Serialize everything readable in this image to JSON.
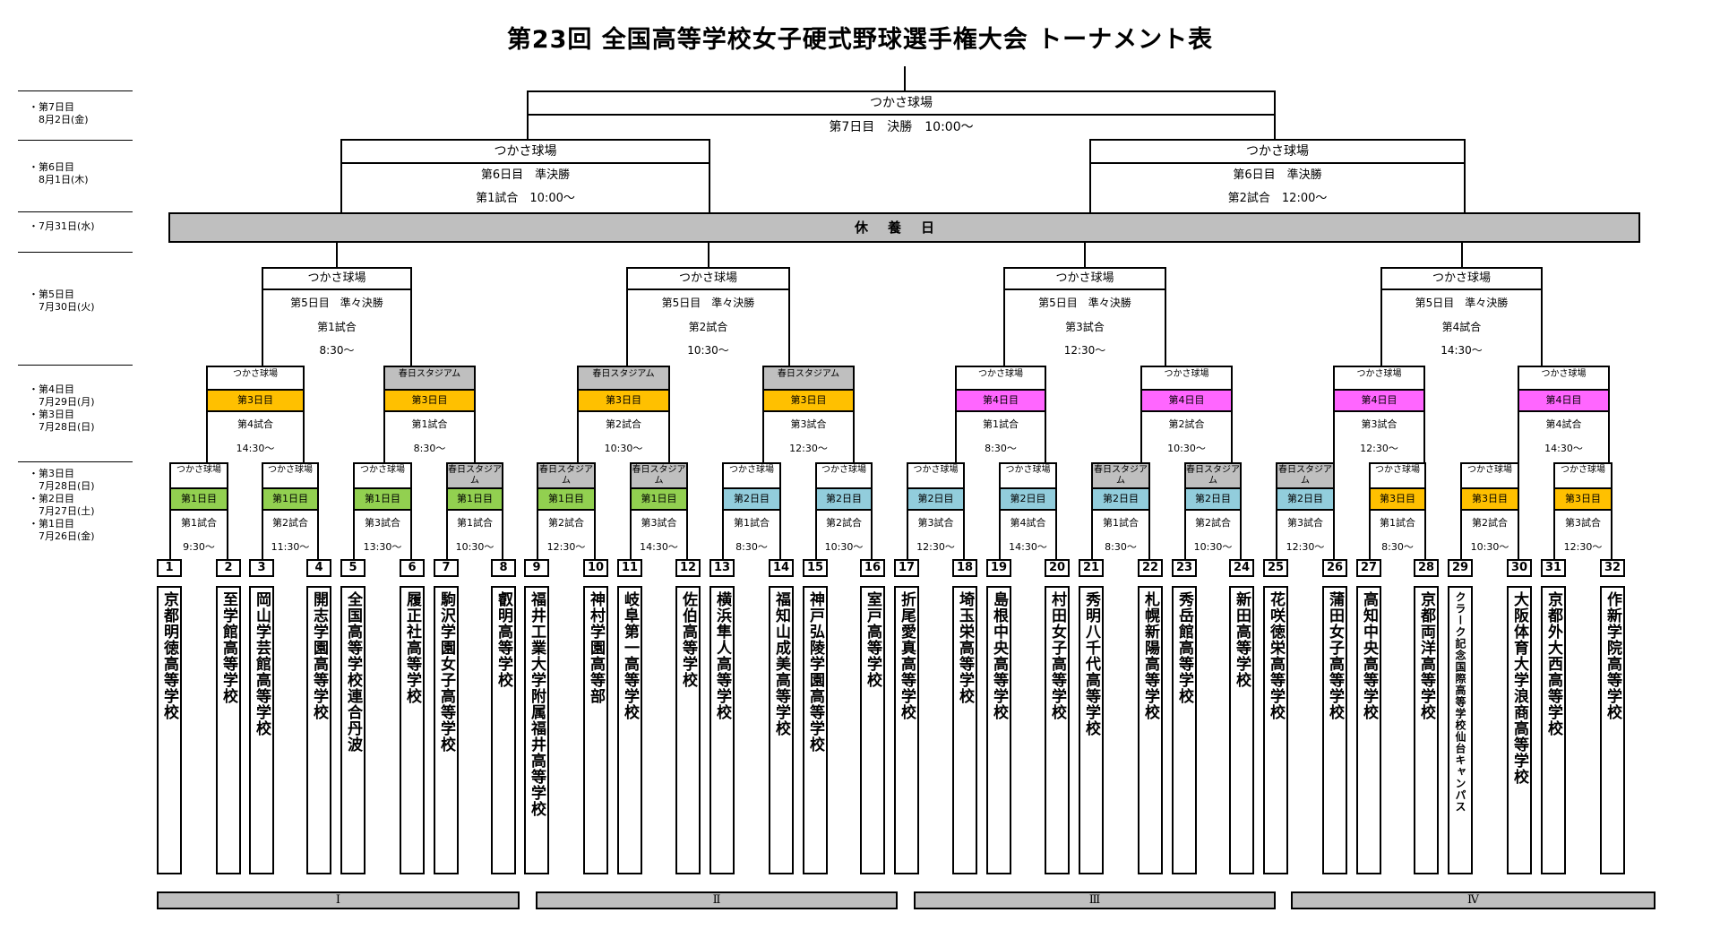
{
  "title": "第23回 全国高等学校女子硬式野球選手権大会 トーナメント表",
  "date_labels": [
    {
      "lines": [
        "・第7日目",
        "　8月2日(金)"
      ]
    },
    {
      "lines": [
        "・第6日目",
        "　8月1日(木)"
      ]
    },
    {
      "lines": [
        "・7月31日(水)"
      ]
    },
    {
      "lines": [
        "・第5日目",
        "　7月30日(火)"
      ]
    },
    {
      "lines": [
        "・第4日目",
        "　7月29日(月)",
        "・第3日目",
        "　7月28日(日)"
      ]
    },
    {
      "lines": [
        "・第3日目",
        "　7月28日(日)",
        "・第2日目",
        "　7月27日(土)",
        "・第1日目",
        "　7月26日(金)"
      ]
    }
  ],
  "rest_day": "休養日",
  "final": {
    "venue": "つかさ球場",
    "line1": "第7日目　決勝　10:00～"
  },
  "semis": [
    {
      "venue": "つかさ球場",
      "line1": "第6日目　準決勝",
      "line2": "第1試合　10:00～"
    },
    {
      "venue": "つかさ球場",
      "line1": "第6日目　準決勝",
      "line2": "第2試合　12:00～"
    }
  ],
  "quarters": [
    {
      "venue": "つかさ球場",
      "line1": "第5日目　準々決勝",
      "line2": "第1試合",
      "line3": "8:30～"
    },
    {
      "venue": "つかさ球場",
      "line1": "第5日目　準々決勝",
      "line2": "第2試合",
      "line3": "10:30～"
    },
    {
      "venue": "つかさ球場",
      "line1": "第5日目　準々決勝",
      "line2": "第3試合",
      "line3": "12:30～"
    },
    {
      "venue": "つかさ球場",
      "line1": "第5日目　準々決勝",
      "line2": "第4試合",
      "line3": "14:30～"
    }
  ],
  "round2": [
    {
      "venue": "つかさ球場",
      "day": "第3日目",
      "game": "第4試合",
      "time": "14:30～",
      "vcolor": "#ffffff",
      "dcolor": "#ffc000"
    },
    {
      "venue": "春日スタジアム",
      "day": "第3日目",
      "game": "第1試合",
      "time": "8:30～",
      "vcolor": "#bfbfbf",
      "dcolor": "#ffc000"
    },
    {
      "venue": "春日スタジアム",
      "day": "第3日目",
      "game": "第2試合",
      "time": "10:30～",
      "vcolor": "#bfbfbf",
      "dcolor": "#ffc000"
    },
    {
      "venue": "春日スタジアム",
      "day": "第3日目",
      "game": "第3試合",
      "time": "12:30～",
      "vcolor": "#bfbfbf",
      "dcolor": "#ffc000"
    },
    {
      "venue": "つかさ球場",
      "day": "第4日目",
      "game": "第1試合",
      "time": "8:30～",
      "vcolor": "#ffffff",
      "dcolor": "#ff66ff"
    },
    {
      "venue": "つかさ球場",
      "day": "第4日目",
      "game": "第2試合",
      "time": "10:30～",
      "vcolor": "#ffffff",
      "dcolor": "#ff66ff"
    },
    {
      "venue": "つかさ球場",
      "day": "第4日目",
      "game": "第3試合",
      "time": "12:30～",
      "vcolor": "#ffffff",
      "dcolor": "#ff66ff"
    },
    {
      "venue": "つかさ球場",
      "day": "第4日目",
      "game": "第4試合",
      "time": "14:30～",
      "vcolor": "#ffffff",
      "dcolor": "#ff66ff"
    }
  ],
  "round1": [
    {
      "venue": "つかさ球場",
      "day": "第1日目",
      "game": "第1試合",
      "time": "9:30～",
      "vcolor": "#ffffff",
      "dcolor": "#92d050"
    },
    {
      "venue": "つかさ球場",
      "day": "第1日目",
      "game": "第2試合",
      "time": "11:30～",
      "vcolor": "#ffffff",
      "dcolor": "#92d050"
    },
    {
      "venue": "つかさ球場",
      "day": "第1日目",
      "game": "第3試合",
      "time": "13:30～",
      "vcolor": "#ffffff",
      "dcolor": "#92d050"
    },
    {
      "venue": "春日スタジアム",
      "day": "第1日目",
      "game": "第1試合",
      "time": "10:30～",
      "vcolor": "#bfbfbf",
      "dcolor": "#92d050"
    },
    {
      "venue": "春日スタジアム",
      "day": "第1日目",
      "game": "第2試合",
      "time": "12:30～",
      "vcolor": "#bfbfbf",
      "dcolor": "#92d050"
    },
    {
      "venue": "春日スタジアム",
      "day": "第1日目",
      "game": "第3試合",
      "time": "14:30～",
      "vcolor": "#bfbfbf",
      "dcolor": "#92d050"
    },
    {
      "venue": "つかさ球場",
      "day": "第2日目",
      "game": "第1試合",
      "time": "8:30～",
      "vcolor": "#ffffff",
      "dcolor": "#92cddc"
    },
    {
      "venue": "つかさ球場",
      "day": "第2日目",
      "game": "第2試合",
      "time": "10:30～",
      "vcolor": "#ffffff",
      "dcolor": "#92cddc"
    },
    {
      "venue": "つかさ球場",
      "day": "第2日目",
      "game": "第3試合",
      "time": "12:30～",
      "vcolor": "#ffffff",
      "dcolor": "#92cddc"
    },
    {
      "venue": "つかさ球場",
      "day": "第2日目",
      "game": "第4試合",
      "time": "14:30～",
      "vcolor": "#ffffff",
      "dcolor": "#92cddc"
    },
    {
      "venue": "春日スタジアム",
      "day": "第2日目",
      "game": "第1試合",
      "time": "8:30～",
      "vcolor": "#bfbfbf",
      "dcolor": "#92cddc"
    },
    {
      "venue": "春日スタジアム",
      "day": "第2日目",
      "game": "第2試合",
      "time": "10:30～",
      "vcolor": "#bfbfbf",
      "dcolor": "#92cddc"
    },
    {
      "venue": "春日スタジアム",
      "day": "第2日目",
      "game": "第3試合",
      "time": "12:30～",
      "vcolor": "#bfbfbf",
      "dcolor": "#92cddc"
    },
    {
      "venue": "つかさ球場",
      "day": "第3日目",
      "game": "第1試合",
      "time": "8:30～",
      "vcolor": "#ffffff",
      "dcolor": "#ffc000"
    },
    {
      "venue": "つかさ球場",
      "day": "第3日目",
      "game": "第2試合",
      "time": "10:30～",
      "vcolor": "#ffffff",
      "dcolor": "#ffc000"
    },
    {
      "venue": "つかさ球場",
      "day": "第3日目",
      "game": "第3試合",
      "time": "12:30～",
      "vcolor": "#ffffff",
      "dcolor": "#ffc000"
    }
  ],
  "teams": [
    "京都明徳高等学校",
    "至学館高等学校",
    "岡山学芸館高等学校",
    "開志学園高等学校",
    "全国高等学校連合丹波",
    "履正社高等学校",
    "駒沢学園女子高等学校",
    "叡明高等学校",
    "福井工業大学附属福井高等学校",
    "神村学園高等部",
    "岐阜第一高等学校",
    "佐伯高等学校",
    "横浜隼人高等学校",
    "福知山成美高等学校",
    "神戸弘陵学園高等学校",
    "室戸高等学校",
    "折尾愛真高等学校",
    "埼玉栄高等学校",
    "島根中央高等学校",
    "村田女子高等学校",
    "秀明八千代高等学校",
    "札幌新陽高等学校",
    "秀岳館高等学校",
    "新田高等学校",
    "花咲徳栄高等学校",
    "蒲田女子高等学校",
    "高知中央高等学校",
    "京都両洋高等学校",
    "クラーク記念国際高等学校仙台キャンパス",
    "大阪体育大学浪商高等学校",
    "京都外大西高等学校",
    "作新学院高等学校"
  ],
  "blocks": [
    "Ⅰ",
    "Ⅱ",
    "Ⅲ",
    "Ⅳ"
  ],
  "colors": {
    "venue_kasuga": "#bfbfbf",
    "rest_bar": "#bfbfbf",
    "day1": "#92d050",
    "day2": "#92cddc",
    "day3": "#ffc000",
    "day4": "#ff66ff"
  }
}
